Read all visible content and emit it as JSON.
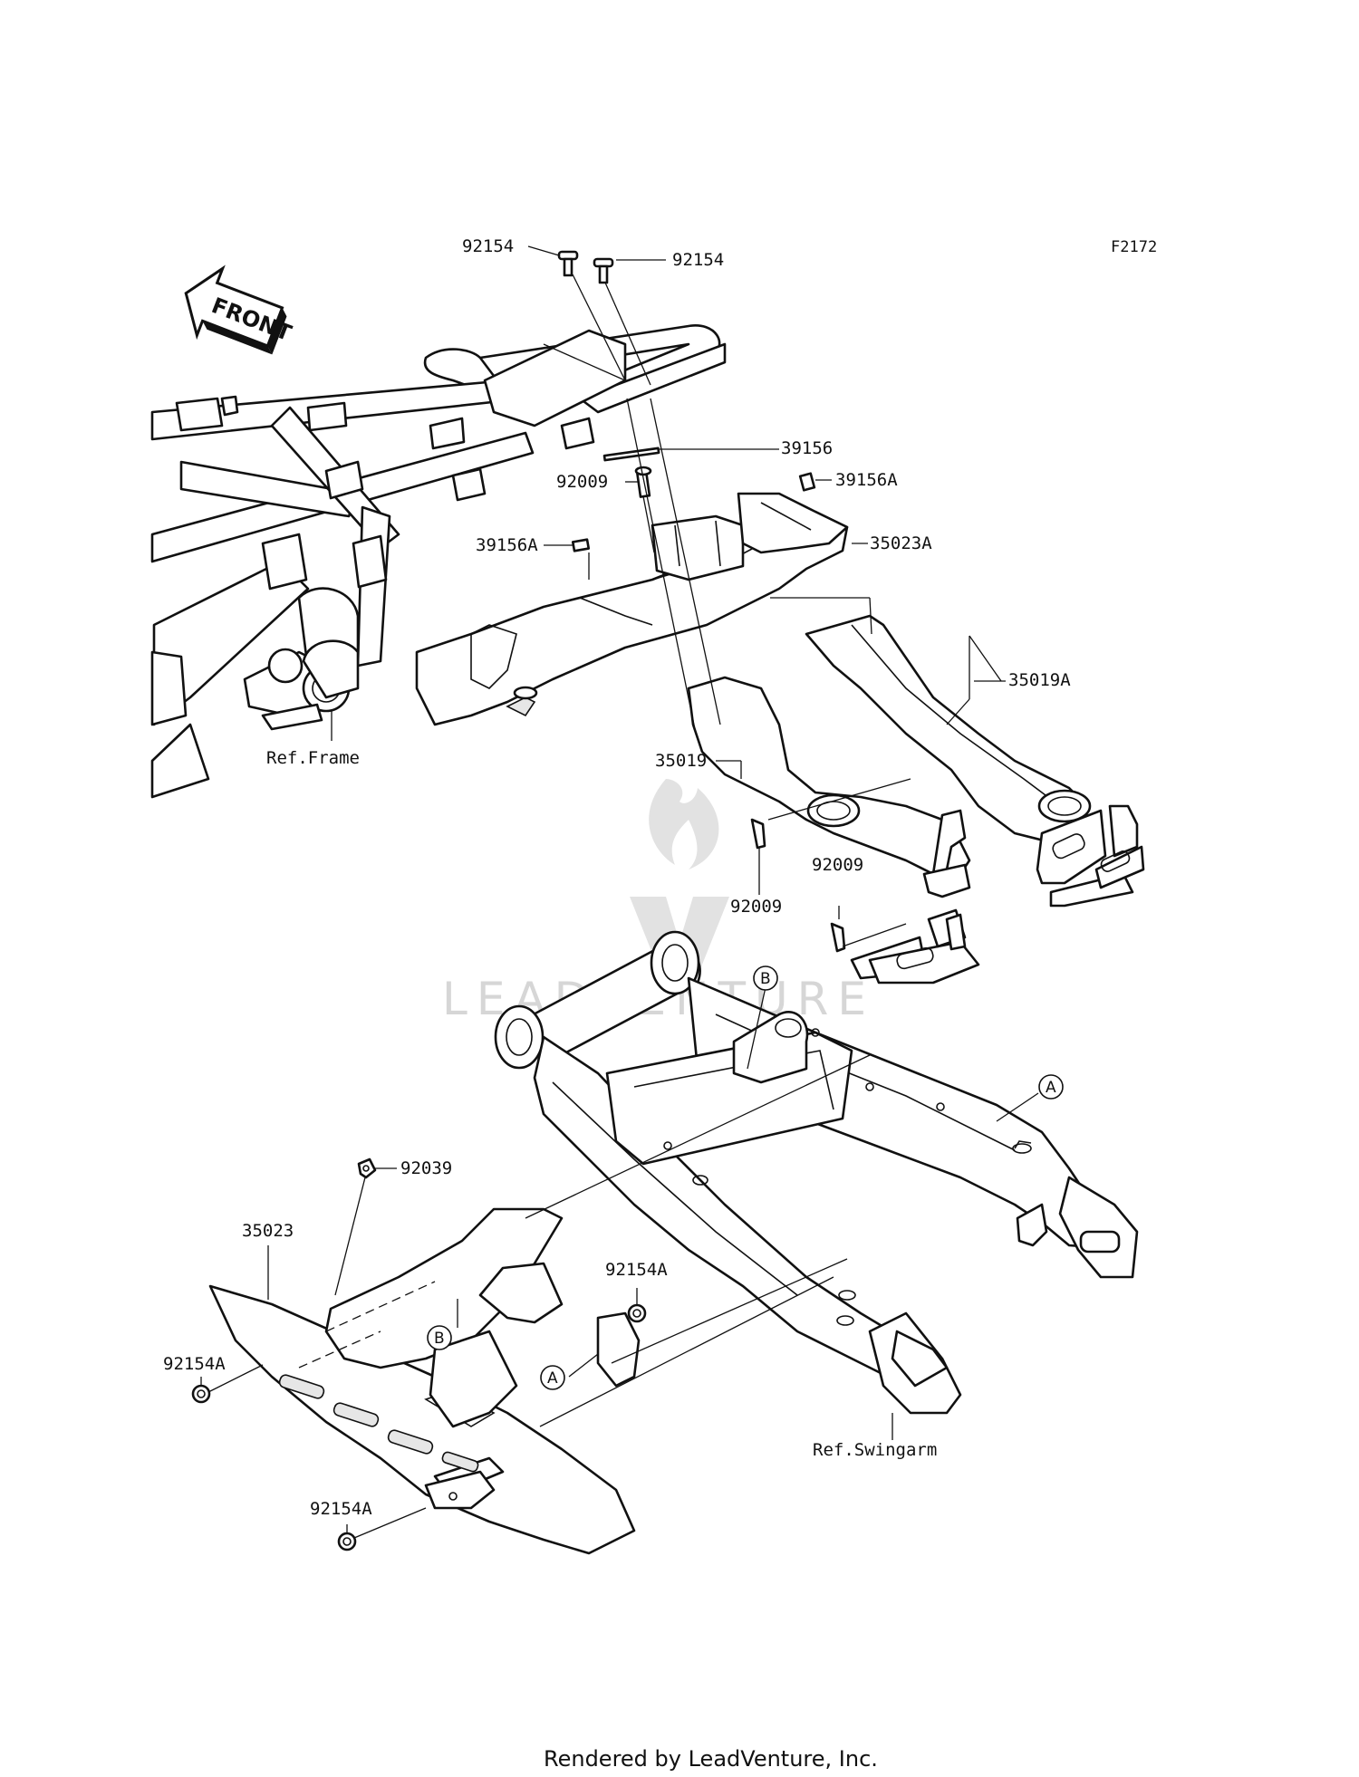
{
  "figure_id": "F2172",
  "front_badge": "FRONT",
  "watermark": "LEADVENTURE",
  "footer": "Rendered by LeadVenture, Inc.",
  "callouts": {
    "p92154_left": "92154",
    "p92154_right": "92154",
    "p39156": "39156",
    "p92009_top": "92009",
    "p39156A_right": "39156A",
    "p39156A_left": "39156A",
    "p35023A": "35023A",
    "p35019A": "35019A",
    "p35019": "35019",
    "p92009_mid_left": "92009",
    "p92009_mid_right": "92009",
    "p92039": "92039",
    "p35023": "35023",
    "p92154A_upper": "92154A",
    "p92154A_left": "92154A",
    "p92154A_lower": "92154A"
  },
  "references": {
    "frame": "Ref.Frame",
    "swingarm": "Ref.Swingarm"
  },
  "markers": {
    "a1": "A",
    "a2": "A",
    "b1": "B",
    "b2": "B"
  }
}
